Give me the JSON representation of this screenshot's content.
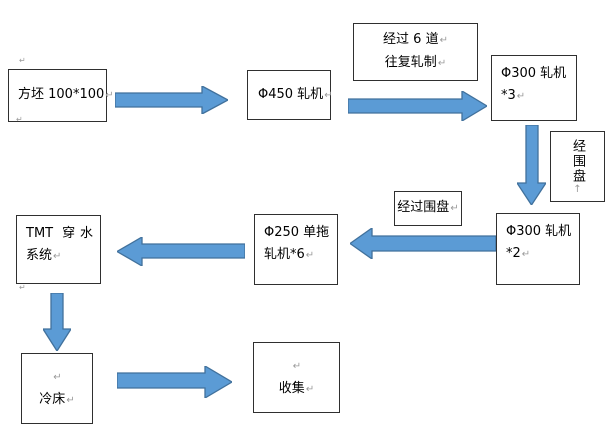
{
  "diagram": {
    "description": "Steel rolling process flowchart",
    "colors": {
      "arrow_fill": "#5b9bd5",
      "arrow_border": "#41719c",
      "box_border": "#2f2f2f",
      "text": "#000000",
      "paragraph_mark": "#9a9a9a"
    },
    "marks": {
      "return": "↵",
      "return_vertical": "↑",
      "anchor": "↵"
    },
    "boxes": {
      "billet": {
        "line1": "方坯 100*100"
      },
      "mill450": {
        "line1": "Φ450 轧机"
      },
      "passes_label": {
        "line1": "经过 6 道",
        "line2": "往复轧制"
      },
      "mill300x3": {
        "line1": "Φ300 轧机",
        "line2": "*3"
      },
      "coil_vertical": {
        "text": "经围盘"
      },
      "mill300x2": {
        "line1": "Φ300 轧机",
        "line2": "*2"
      },
      "coil_label": {
        "line1": "经过围盘"
      },
      "mill250": {
        "line1": "Φ250 单拖",
        "line2": "轧机*6"
      },
      "tmt": {
        "line1": "TMT 穿水",
        "line2": "系统"
      },
      "cooling_bed": {
        "line2": "冷床"
      },
      "collect": {
        "line2": "收集"
      }
    }
  }
}
